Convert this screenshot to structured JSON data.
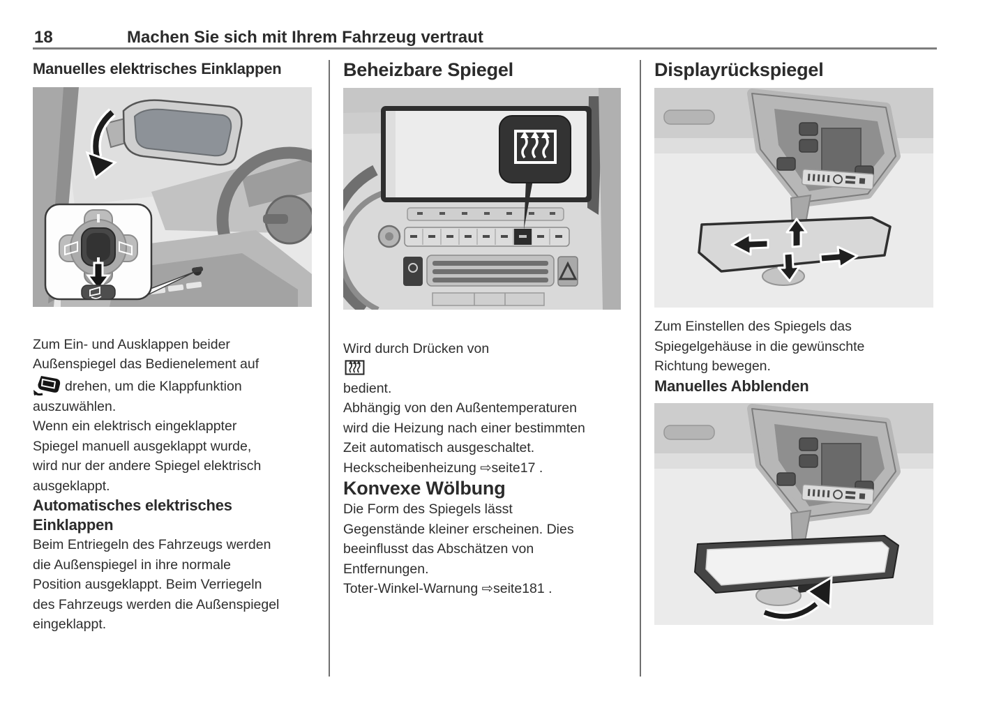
{
  "page": {
    "number": "18",
    "title": "Machen Sie sich mit Ihrem Fahrzeug vertraut"
  },
  "col1": {
    "heading1": "Manuelles elektrisches Einklappen",
    "p1_before_icon": "Zum Ein- und Ausklappen beider\nAußenspiegel das Bedienelement auf\n",
    "p1_after_icon": "drehen, um die Klappfunktion\nauszuwählen.",
    "p1_rest": "Wenn ein elektrisch eingeklappter\nSpiegel manuell ausgeklappt wurde,\nwird nur der andere Spiegel elektrisch\nausgeklappt.",
    "heading2": "Automatisches elektrisches\nEinklappen",
    "p2": "Beim Entriegeln des Fahrzeugs werden\ndie Außenspiegel in ihre normale\nPosition ausgeklappt. Beim Verriegeln\ndes Fahrzeugs werden die Außenspiegel\neingeklappt."
  },
  "col2": {
    "heading1": "Beheizbare Spiegel",
    "p1_before_icon": "Wird durch Drücken von",
    "p1_after_icon": "bedient.\nAbhängig von den Außentemperaturen\nwird die Heizung nach einer bestimmten\nZeit automatisch ausgeschaltet.\nHeckscheibenheizung ⇨seite17 .",
    "heading2": "Konvexe Wölbung",
    "p2": "Die Form des Spiegels lässt\nGegenstände kleiner erscheinen. Dies\nbeeinflusst das Abschätzen von\nEntfernungen.\nToter-Winkel-Warnung ⇨seite181 ."
  },
  "col3": {
    "heading1": "Displayrückspiegel",
    "p1": "Zum Einstellen des Spiegels das\nSpiegelgehäuse in die gewünschte\nRichtung bewegen.",
    "heading2": "Manuelles Abblenden"
  },
  "icons": {
    "mirror_fold": "mirror-fold-icon",
    "heated_rear_window": "heated-rear-window-icon",
    "cross_reference_arrow": "⇨"
  },
  "colors": {
    "text": "#2e2e2e",
    "rule": "#7d7d7d",
    "divider": "#6f6f6f",
    "figure_background": "#e8e8e8"
  }
}
